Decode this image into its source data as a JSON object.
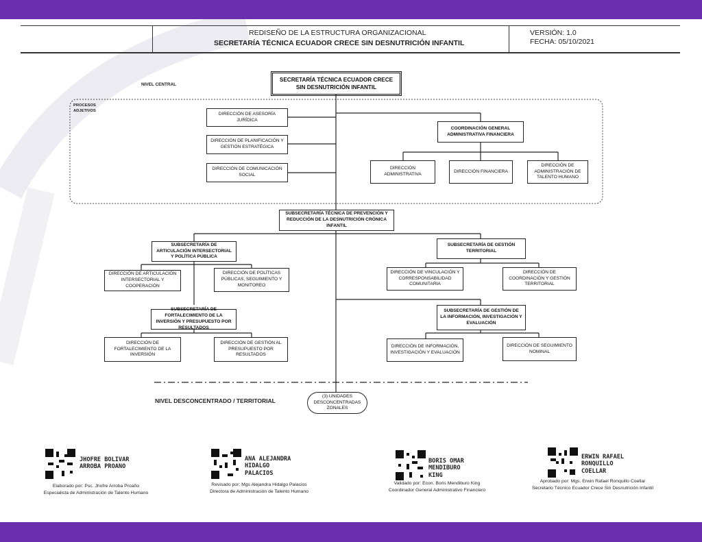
{
  "header": {
    "title_line1": "REDISEÑO DE LA ESTRUCTURA ORGANIZACIONAL",
    "title_line2": "SECRETARÍA TÉCNICA ECUADOR CRECE SIN DESNUTRICIÓN INFANTIL",
    "version": "VERSIÓN: 1.0",
    "date": "FECHA: 05/10/2021"
  },
  "chart": {
    "nivel_central": "NIVEL CENTRAL",
    "procesos_adjetivos_1": "PROCESOS",
    "procesos_adjetivos_2": "ADJETIVOS",
    "nivel_desconcentrado": "NIVEL DESCONCENTRADO / TERRITORIAL",
    "root": "SECRETARÍA TÉCNICA ECUADOR CRECE SIN DESNUTRICIÓN INFANTIL",
    "asesoria": "DIRECCIÓN DE ASESORÍA JURÍDICA",
    "planificacion": "DIRECCIÓN DE PLANIFICACIÓN Y GESTIÓN ESTRATÉGICA",
    "comunicacion": "DIRECCIÓN DE COMUNICACIÓN SOCIAL",
    "coordinacion_admin": "COORDINACIÓN GENERAL ADMINISTRATIVA FINANCIERA",
    "dir_administrativa": "DIRECCIÓN ADMINISTRATIVA",
    "dir_financiera": "DIRECCIÓN FINANCIERA",
    "dir_talento": "DIRECCIÓN DE ADMINISTRACIÓN DE TALENTO HUMANO",
    "subsec_prevencion": "SUBSECRETARÍA TÉCNICA DE PREVENCIÓN Y REDUCCIÓN DE LA DESNUTRICIÓN CRÓNICA INFANTIL",
    "subsec_articulacion": "SUBSECRETARÍA DE ARTICULACIÓN INTERSECTORIAL Y POLÍTICA PÚBLICA",
    "dir_articulacion": "DIRECCIÓN DE ARTICULACIÓN INTERSECTORIAL Y COOPERACIÓN",
    "dir_politicas": "DIRECCIÓN DE POLÍTICAS PÚBLICAS, SEGUIMIENTO Y MONITOREO",
    "subsec_fortalecimiento": "SUBSECRETARÍA DE FORTALECIMIENTO DE LA INVERSIÓN Y PRESUPUESTO POR RESULTADOS",
    "dir_fortalecimiento": "DIRECCIÓN DE FORTALECIMIENTO DE LA INVERSIÓN",
    "dir_gestion_presupuesto": "DIRECCIÓN DE GESTIÓN AL PRESUPUESTO POR RESULTADOS",
    "subsec_territorial": "SUBSECRETARÍA DE GESTIÓN TERRITORIAL",
    "dir_vinculacion": "DIRECCIÓN DE VINCULACIÓN Y CORRESPONSABILIDAD COMUNITARIA",
    "dir_coordinacion_territorial": "DIRECCIÓN DE COORDINACIÓN Y GESTIÓN TERRITORIAL",
    "subsec_informacion": "SUBSECRETARÍA DE GESTIÓN DE LA INFORMACIÓN, INVESTIGACIÓN Y EVALUACIÓN",
    "dir_informacion": "DIRECCIÓN DE INFORMACIÓN, INVESTIGACIÓN Y EVALUACIÓN",
    "dir_seguimiento": "DIRECCIÓN DE SEGUIMIENTO NOMINAL",
    "unidades": "(3) UNIDADES DESCONCENTRADAS ZONALES"
  },
  "signatures": [
    {
      "name": "JHOFRE BOLIVAR\nARROBA PROANO",
      "line1": "Elaborado por: Psc. Jhofre Arroba Proaño",
      "line2": "Especialista de Administración de Talento Humano"
    },
    {
      "name": "ANA ALEJANDRA\nHIDALGO\nPALACIOS",
      "line1": "Revisado por: Mgs Alejandra Hidalgo Palacios",
      "line2": "Directora de Administración de Talento Humano"
    },
    {
      "name": "BORIS OMAR\nMENDIBURO\nKING",
      "line1": "Validado por: Econ. Boris Mendiburo King",
      "line2": "Coordinador General Administrativo Financiero"
    },
    {
      "name": "ERWIN RAFAEL\nRONQUILLO\nCOELLAR",
      "line1": "Aprobado por: Mgs. Erwin Rafael Ronquillo Coellar",
      "line2": "Secretario Técnico Ecuador Crece Sin Desnutrición Infantil"
    }
  ],
  "colors": {
    "band": "#6a2fae",
    "line": "#222222"
  }
}
